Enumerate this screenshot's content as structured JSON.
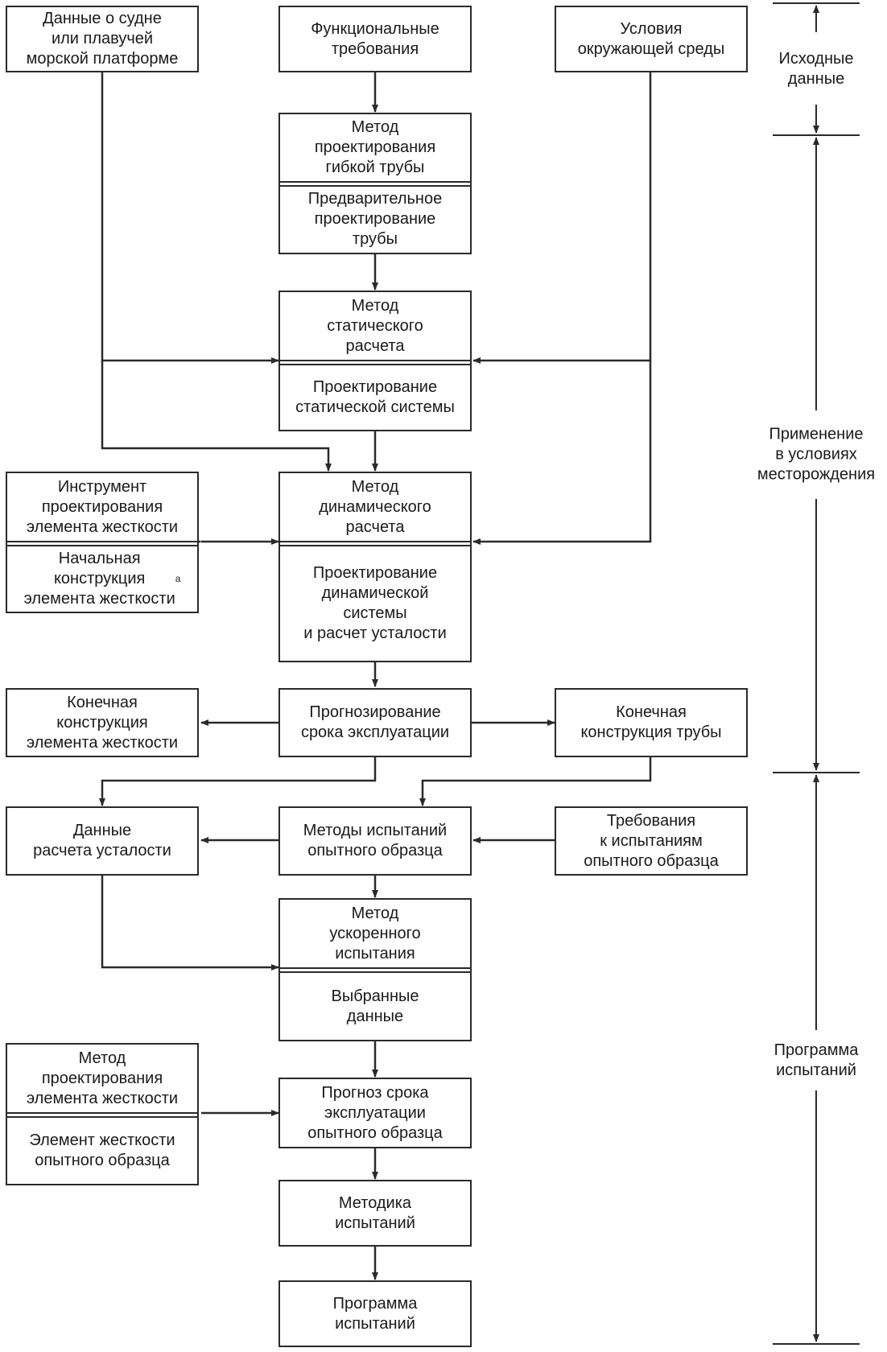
{
  "nodes": {
    "vessel_data": "Данные о судне\nили плавучей\nморской платформе",
    "functional_req": "Функциональные\nтребования",
    "environment": "Условия\nокружающей среды",
    "design_method": "Метод\nпроектирования\nгибкой трубы",
    "prelim_design": "Предварительное\nпроектирование\nтрубы",
    "static_method": "Метод\nстатического\nрасчета",
    "static_design": "Проектирование\nстатической системы",
    "stiffener_tool": "Инструмент\nпроектирования\nэлемента жесткости",
    "initial_stiffener": "Начальная\nконструкция\nэлемента жесткости",
    "initial_stiffener_note": "a",
    "dynamic_method": "Метод\nдинамического\nрасчета",
    "dynamic_design": "Проектирование\nдинамической\nсистемы\nи расчет усталости",
    "final_stiffener": "Конечная\nконструкция\nэлемента жесткости",
    "service_life": "Прогнозирование\nсрока эксплуатации",
    "final_pipe": "Конечная\nконструкция трубы",
    "fatigue_data": "Данные\nрасчета усталости",
    "prototype_methods": "Методы испытаний\nопытного образца",
    "prototype_requirements": "Требования\nк испытаниям\nопытного образца",
    "accelerated_method": "Метод\nускоренного\nиспытания",
    "selected_data": "Выбранные\nданные",
    "stiffener_design_method": "Метод\nпроектирования\nэлемента жесткости",
    "prototype_stiffener": "Элемент жесткости\nопытного образца",
    "prototype_life": "Прогноз срока\nэксплуатации\nопытного образца",
    "test_methodology": "Методика\nиспытаний",
    "test_program": "Программа\nиспытаний"
  },
  "phases": {
    "input": "Исходные\nданные",
    "field": "Применение\nв условиях\nместорождения",
    "program": "Программа\nиспытаний"
  }
}
